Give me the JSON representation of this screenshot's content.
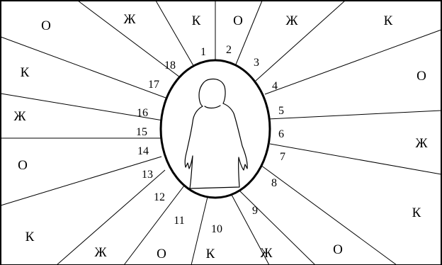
{
  "sectors": [
    {
      "number": "1",
      "letter": "К"
    },
    {
      "number": "2",
      "letter": "О"
    },
    {
      "number": "3",
      "letter": "Ж"
    },
    {
      "number": "4",
      "letter": "К"
    },
    {
      "number": "5",
      "letter": "О"
    },
    {
      "number": "6",
      "letter": "Ж"
    },
    {
      "number": "7",
      "letter": "К"
    },
    {
      "number": "8",
      "letter": "О"
    },
    {
      "number": "9",
      "letter": "Ж"
    },
    {
      "number": "10",
      "letter": "К"
    },
    {
      "number": "11",
      "letter": "О"
    },
    {
      "number": "12",
      "letter": "Ж"
    },
    {
      "number": "13",
      "letter": "К"
    },
    {
      "number": "14",
      "letter": "О"
    },
    {
      "number": "15",
      "letter": "Ж"
    },
    {
      "number": "16",
      "letter": "К"
    },
    {
      "number": "17",
      "letter": "О"
    },
    {
      "number": "18",
      "letter": "Ж"
    }
  ],
  "colors": {
    "stroke": "#000000",
    "background": "#ffffff"
  }
}
